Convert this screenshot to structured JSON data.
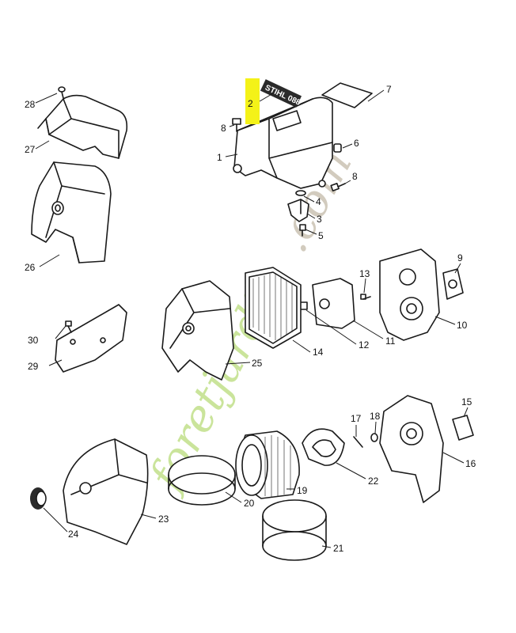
{
  "diagram": {
    "part_numbers": [
      "1",
      "2",
      "3",
      "4",
      "5",
      "6",
      "7",
      "8",
      "8",
      "9",
      "10",
      "11",
      "12",
      "13",
      "14",
      "15",
      "16",
      "17",
      "18",
      "19",
      "20",
      "21",
      "22",
      "23",
      "24",
      "25",
      "26",
      "27",
      "28",
      "29",
      "30"
    ],
    "highlight_color": "#f4f218",
    "plate_text": "STIHL 088",
    "watermark": {
      "green_part": "foretjardin",
      "beige_part": ".com",
      "green_color": "#b9dc7a",
      "beige_color": "#c8bfae"
    }
  }
}
